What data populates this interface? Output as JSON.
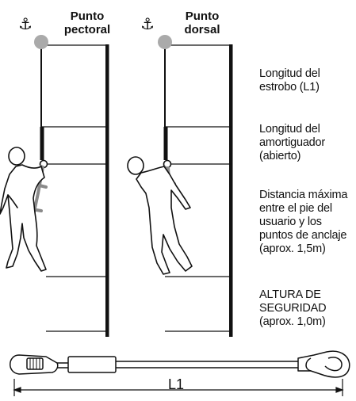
{
  "headers": {
    "left": {
      "line1": "Punto",
      "line2": "pectoral"
    },
    "right": {
      "line1": "Punto",
      "line2": "dorsal"
    }
  },
  "icons": {
    "anchor": "anchor-icon",
    "anchor_glyph": "⚓"
  },
  "labels": {
    "lanyard_length": [
      "Longitud del",
      "estrobo (L1)"
    ],
    "absorber_length": [
      "Longitud del",
      "amortiguador",
      "(abierto)"
    ],
    "max_distance": [
      "Distancia máxima",
      "entre el pie del",
      "usuario y los",
      "puntos de anclaje",
      "(aprox. 1,5m)"
    ],
    "safety_height": [
      "ALTURA DE",
      "SEGURIDAD",
      "(aprox. 1,0m)"
    ]
  },
  "dimension": {
    "lanyard": "L1"
  },
  "colors": {
    "anchor_point": "#aaaaaa",
    "line": "#111111",
    "harness": "#8a8a8a"
  }
}
